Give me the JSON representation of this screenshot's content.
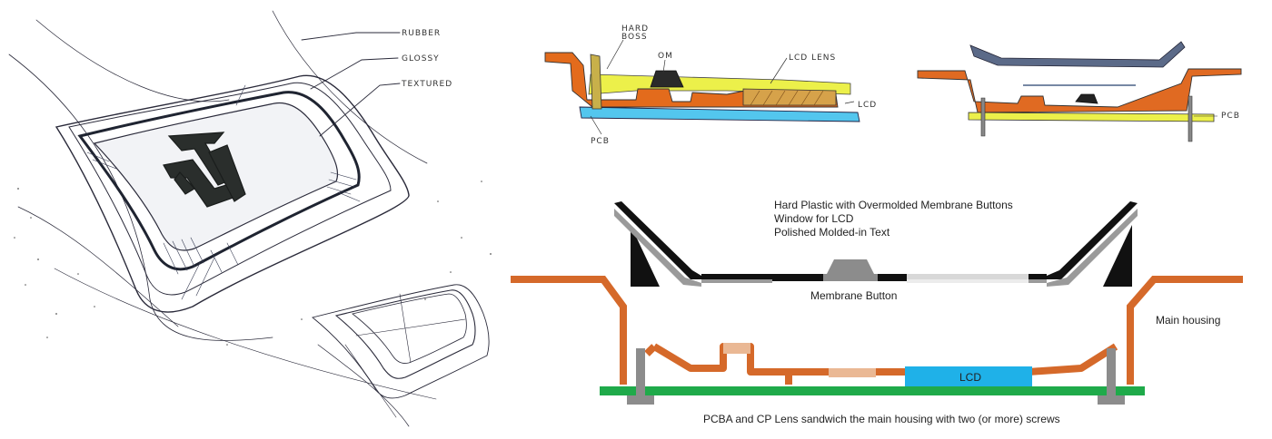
{
  "sketch": {
    "callouts": [
      "RUBBER",
      "GLOSSY",
      "TEXTURED"
    ]
  },
  "crosssection_sketch": {
    "labels": {
      "hard_boss": "HARD\nBOSS",
      "om": "OM",
      "lcd_lens": "LCD LENS",
      "lcd": "LCD",
      "pcb": "PCB"
    },
    "right_label": "PCB"
  },
  "diagram": {
    "heading_lines": [
      "Hard Plastic with Overmolded Membrane Buttons",
      "Window for LCD",
      "Polished Molded-in Text"
    ],
    "membrane_button": "Membrane Button",
    "main_housing": "Main housing",
    "lcd": "LCD",
    "caption": "PCBA and CP Lens sandwich the main housing with two (or more) screws"
  },
  "colors": {
    "orange": "#d5692a",
    "green": "#1faa4a",
    "cyan": "#1fb1e8",
    "yellow": "#e9ee3a",
    "grey": "#8c8c8c",
    "light_grey": "#d8d8d8",
    "peach": "#eab894",
    "black": "#111111"
  }
}
